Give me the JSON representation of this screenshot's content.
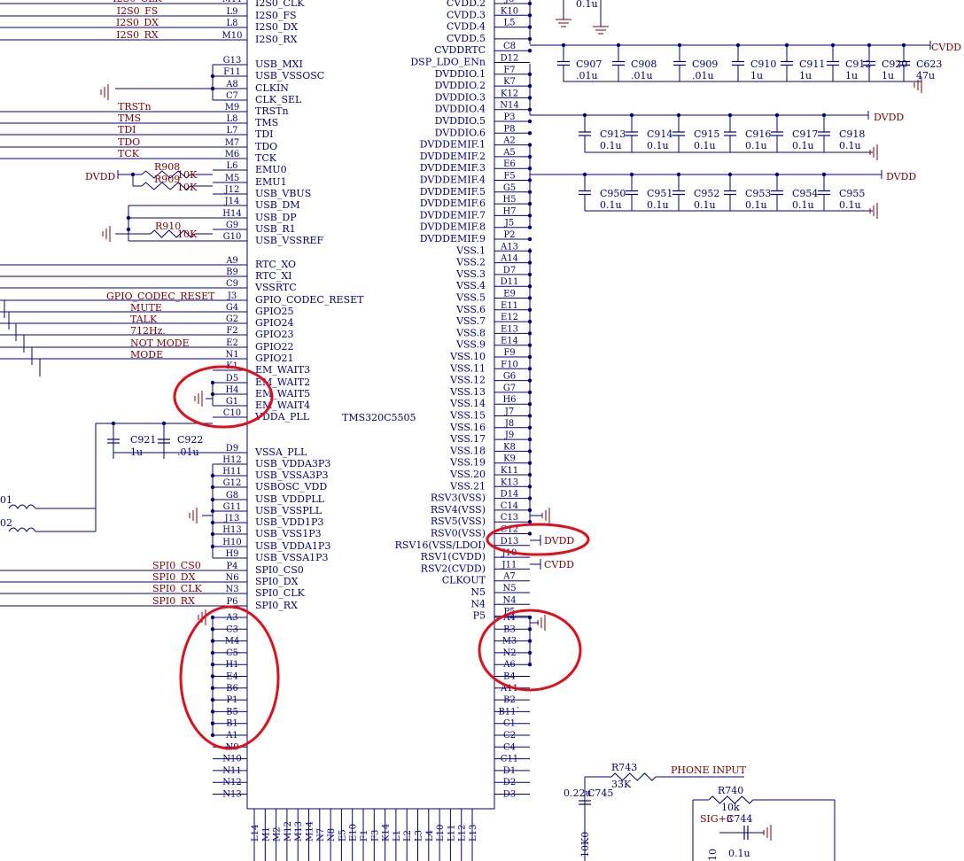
{
  "chip": {
    "part": "TMS320C5505",
    "left_pins": [
      {
        "num": "M11",
        "name": "I2S0_CLK"
      },
      {
        "num": "L9",
        "name": "I2S0_FS"
      },
      {
        "num": "L8",
        "name": "I2S0_DX"
      },
      {
        "num": "M10",
        "name": "I2S0_RX"
      },
      {
        "num": "G13",
        "name": "USB_MXI"
      },
      {
        "num": "F11",
        "name": "USB_VSSOSC"
      },
      {
        "num": "A8",
        "name": "CLKIN"
      },
      {
        "num": "C7",
        "name": "CLK_SEL"
      },
      {
        "num": "M9",
        "name": "TRSTn"
      },
      {
        "num": "L8",
        "name": "TMS"
      },
      {
        "num": "L7",
        "name": "TDI"
      },
      {
        "num": "M7",
        "name": "TDO"
      },
      {
        "num": "M6",
        "name": "TCK"
      },
      {
        "num": "L6",
        "name": "EMU0"
      },
      {
        "num": "M5",
        "name": "EMU1"
      },
      {
        "num": "J12",
        "name": "USB_VBUS"
      },
      {
        "num": "J14",
        "name": "USB_DM"
      },
      {
        "num": "H14",
        "name": "USB_DP"
      },
      {
        "num": "G9",
        "name": "USB_R1"
      },
      {
        "num": "G10",
        "name": "USB_VSSREF"
      },
      {
        "num": "A9",
        "name": "RTC_XO"
      },
      {
        "num": "B9",
        "name": "RTC_XI"
      },
      {
        "num": "C9",
        "name": "VSSRTC"
      },
      {
        "num": "J3",
        "name": "GPIO_CODEC_RESET"
      },
      {
        "num": "G4",
        "name": "GPIO25"
      },
      {
        "num": "G2",
        "name": "GPIO24"
      },
      {
        "num": "F2",
        "name": "GPIO23"
      },
      {
        "num": "E2",
        "name": "GPIO22"
      },
      {
        "num": "N1",
        "name": "GPIO21"
      },
      {
        "num": "K1",
        "name": "EM_WAIT3"
      },
      {
        "num": "D5",
        "name": "EM_WAIT2"
      },
      {
        "num": "H4",
        "name": "EM_WAIT5"
      },
      {
        "num": "G1",
        "name": "EM_WAIT4"
      },
      {
        "num": "C10",
        "name": "VDDA_PLL"
      },
      {
        "num": "D9",
        "name": "VSSA_PLL"
      },
      {
        "num": "H12",
        "name": "USB_VDDA3P3"
      },
      {
        "num": "H11",
        "name": "USB_VSSA3P3"
      },
      {
        "num": "G12",
        "name": "USBOSC_VDD"
      },
      {
        "num": "G8",
        "name": "USB_VDDPLL"
      },
      {
        "num": "G11",
        "name": "USB_VSSPLL"
      },
      {
        "num": "J13",
        "name": "USB_VDD1P3"
      },
      {
        "num": "H13",
        "name": "USB_VSS1P3"
      },
      {
        "num": "H10",
        "name": "USB_VDDA1P3"
      },
      {
        "num": "H9",
        "name": "USB_VSSA1P3"
      },
      {
        "num": "P4",
        "name": "SPI0_CS0"
      },
      {
        "num": "N6",
        "name": "SPI0_DX"
      },
      {
        "num": "N3",
        "name": "SPI0_CLK"
      },
      {
        "num": "P6",
        "name": "SPI0_RX"
      }
    ],
    "left_bottom_pins": [
      "A3",
      "C3",
      "M4",
      "C5",
      "H1",
      "E4",
      "B6",
      "P1",
      "B5",
      "B1",
      "A1",
      "N9",
      "N10",
      "N11",
      "N12",
      "N13"
    ],
    "right_pins": [
      {
        "num": "J6",
        "name": "CVDD.2"
      },
      {
        "num": "K10",
        "name": "CVDD.3"
      },
      {
        "num": "L5",
        "name": "CVDD.4"
      },
      {
        "num": "",
        "name": "CVDD.5"
      },
      {
        "num": "C8",
        "name": "CVDDRTC"
      },
      {
        "num": "D12",
        "name": "DSP_LDO_ENn"
      },
      {
        "num": "F7",
        "name": "DVDDIO.1"
      },
      {
        "num": "K7",
        "name": "DVDDIO.2"
      },
      {
        "num": "K12",
        "name": "DVDDIO.3"
      },
      {
        "num": "N14",
        "name": "DVDDIO.4"
      },
      {
        "num": "P3",
        "name": "DVDDIO.5"
      },
      {
        "num": "P8",
        "name": "DVDDIO.6"
      },
      {
        "num": "A2",
        "name": "DVDDEMIF.1"
      },
      {
        "num": "A5",
        "name": "DVDDEMIF.2"
      },
      {
        "num": "E6",
        "name": "DVDDEMIF.3"
      },
      {
        "num": "F5",
        "name": "DVDDEMIF.4"
      },
      {
        "num": "G5",
        "name": "DVDDEMIF.5"
      },
      {
        "num": "H5",
        "name": "DVDDEMIF.6"
      },
      {
        "num": "H7",
        "name": "DVDDEMIF.7"
      },
      {
        "num": "J5",
        "name": "DVDDEMIF.8"
      },
      {
        "num": "P2",
        "name": "DVDDEMIF.9"
      },
      {
        "num": "A13",
        "name": "VSS.1"
      },
      {
        "num": "A14",
        "name": "VSS.2"
      },
      {
        "num": "D7",
        "name": "VSS.3"
      },
      {
        "num": "D11",
        "name": "VSS.4"
      },
      {
        "num": "E9",
        "name": "VSS.5"
      },
      {
        "num": "E11",
        "name": "VSS.6"
      },
      {
        "num": "E12",
        "name": "VSS.7"
      },
      {
        "num": "E13",
        "name": "VSS.8"
      },
      {
        "num": "E14",
        "name": "VSS.9"
      },
      {
        "num": "F9",
        "name": "VSS.10"
      },
      {
        "num": "F10",
        "name": "VSS.11"
      },
      {
        "num": "G6",
        "name": "VSS.12"
      },
      {
        "num": "G7",
        "name": "VSS.13"
      },
      {
        "num": "H6",
        "name": "VSS.14"
      },
      {
        "num": "J7",
        "name": "VSS.15"
      },
      {
        "num": "J8",
        "name": "VSS.16"
      },
      {
        "num": "J9",
        "name": "VSS.17"
      },
      {
        "num": "K8",
        "name": "VSS.18"
      },
      {
        "num": "K9",
        "name": "VSS.19"
      },
      {
        "num": "K11",
        "name": "VSS.20"
      },
      {
        "num": "K13",
        "name": "VSS.21"
      },
      {
        "num": "D14",
        "name": "RSV3(VSS)"
      },
      {
        "num": "C14",
        "name": "RSV4(VSS)"
      },
      {
        "num": "C13",
        "name": "RSV5(VSS)"
      },
      {
        "num": "C12",
        "name": "RSV0(VSS)"
      },
      {
        "num": "D13",
        "name": "RSV16(VSS/LDOI)"
      },
      {
        "num": "J10",
        "name": "RSV1(CVDD)"
      },
      {
        "num": "J11",
        "name": "RSV2(CVDD)"
      },
      {
        "num": "A7",
        "name": "CLKOUT"
      },
      {
        "num": "N5",
        "name": "N5"
      },
      {
        "num": "N4",
        "name": "N4"
      },
      {
        "num": "P5",
        "name": "P5"
      }
    ],
    "right_bottom_pins": [
      "A4",
      "B3",
      "M3",
      "N2",
      "A6",
      "B4",
      "A11",
      "B2",
      "B11`",
      "C1",
      "C2",
      "C4",
      "C11",
      "D1",
      "D2",
      "D3"
    ],
    "bottom_pins": [
      "L14",
      "M1",
      "M2",
      "M12",
      "M13",
      "M14",
      "N7",
      "N8",
      "E5",
      "E10",
      "F1",
      "F3",
      "K14",
      "L1",
      "L2",
      "L3",
      "L4",
      "L10",
      "L11",
      "L12",
      "L13"
    ]
  },
  "nets": {
    "i2s_top": "I2S0_CLK",
    "i2s": [
      "I2S0_FS",
      "I2S0_DX",
      "I2S0_RX"
    ],
    "jtag": [
      "TRSTn",
      "TMS",
      "TDI",
      "TDO",
      "TCK"
    ],
    "gpio": [
      "GPIO_CODEC_RESET",
      "MUTE",
      "TALK",
      "712Hz.",
      "NOT MODE",
      "MODE"
    ],
    "spi": [
      "SPI0_CS0",
      "SPI0_DX",
      "SPI0_CLK",
      "SPI0_RX"
    ],
    "dvdd": "DVDD",
    "cvdd": "CVDD",
    "phone": "PHONE INPUT",
    "sig": "SIG+3",
    "osc": [
      "01",
      "02"
    ]
  },
  "resistors": [
    {
      "ref": "R908",
      "value": "10K"
    },
    {
      "ref": "R909",
      "value": "10K"
    },
    {
      "ref": "R910",
      "value": "10K"
    },
    {
      "ref": "R743",
      "value": "33K"
    },
    {
      "ref": "R740",
      "value": "10k"
    }
  ],
  "caps_row1": [
    {
      "ref": "C907",
      "value": ".01u"
    },
    {
      "ref": "C908",
      "value": ".01u"
    },
    {
      "ref": "C909",
      "value": ".01u"
    },
    {
      "ref": "C910",
      "value": "1u"
    },
    {
      "ref": "C911",
      "value": "1u"
    },
    {
      "ref": "C912",
      "value": "1u"
    },
    {
      "ref": "C920",
      "value": "1u"
    },
    {
      "ref": "C623",
      "value": "47u"
    }
  ],
  "caps_row2": [
    {
      "ref": "C913",
      "value": "0.1u"
    },
    {
      "ref": "C914",
      "value": "0.1u"
    },
    {
      "ref": "C915",
      "value": "0.1u"
    },
    {
      "ref": "C916",
      "value": "0.1u"
    },
    {
      "ref": "C917",
      "value": "0.1u"
    },
    {
      "ref": "C918",
      "value": "0.1u"
    }
  ],
  "caps_row3": [
    {
      "ref": "C950",
      "value": "0.1u"
    },
    {
      "ref": "C951",
      "value": "0.1u"
    },
    {
      "ref": "C952",
      "value": "0.1u"
    },
    {
      "ref": "C953",
      "value": "0.1u"
    },
    {
      "ref": "C954",
      "value": "0.1u"
    },
    {
      "ref": "C955",
      "value": "0.1u"
    }
  ],
  "caps_misc": [
    {
      "ref": "C921",
      "value": "1u"
    },
    {
      "ref": "C922",
      "value": ".01u"
    },
    {
      "ref": "C745",
      "value": "0.22u"
    },
    {
      "ref": "C744",
      "value": "0.1u"
    }
  ],
  "misc_labels": {
    "top_cap_value": "0.1u",
    "bottom_10k0": "10K0",
    "bottom_10": "10"
  }
}
